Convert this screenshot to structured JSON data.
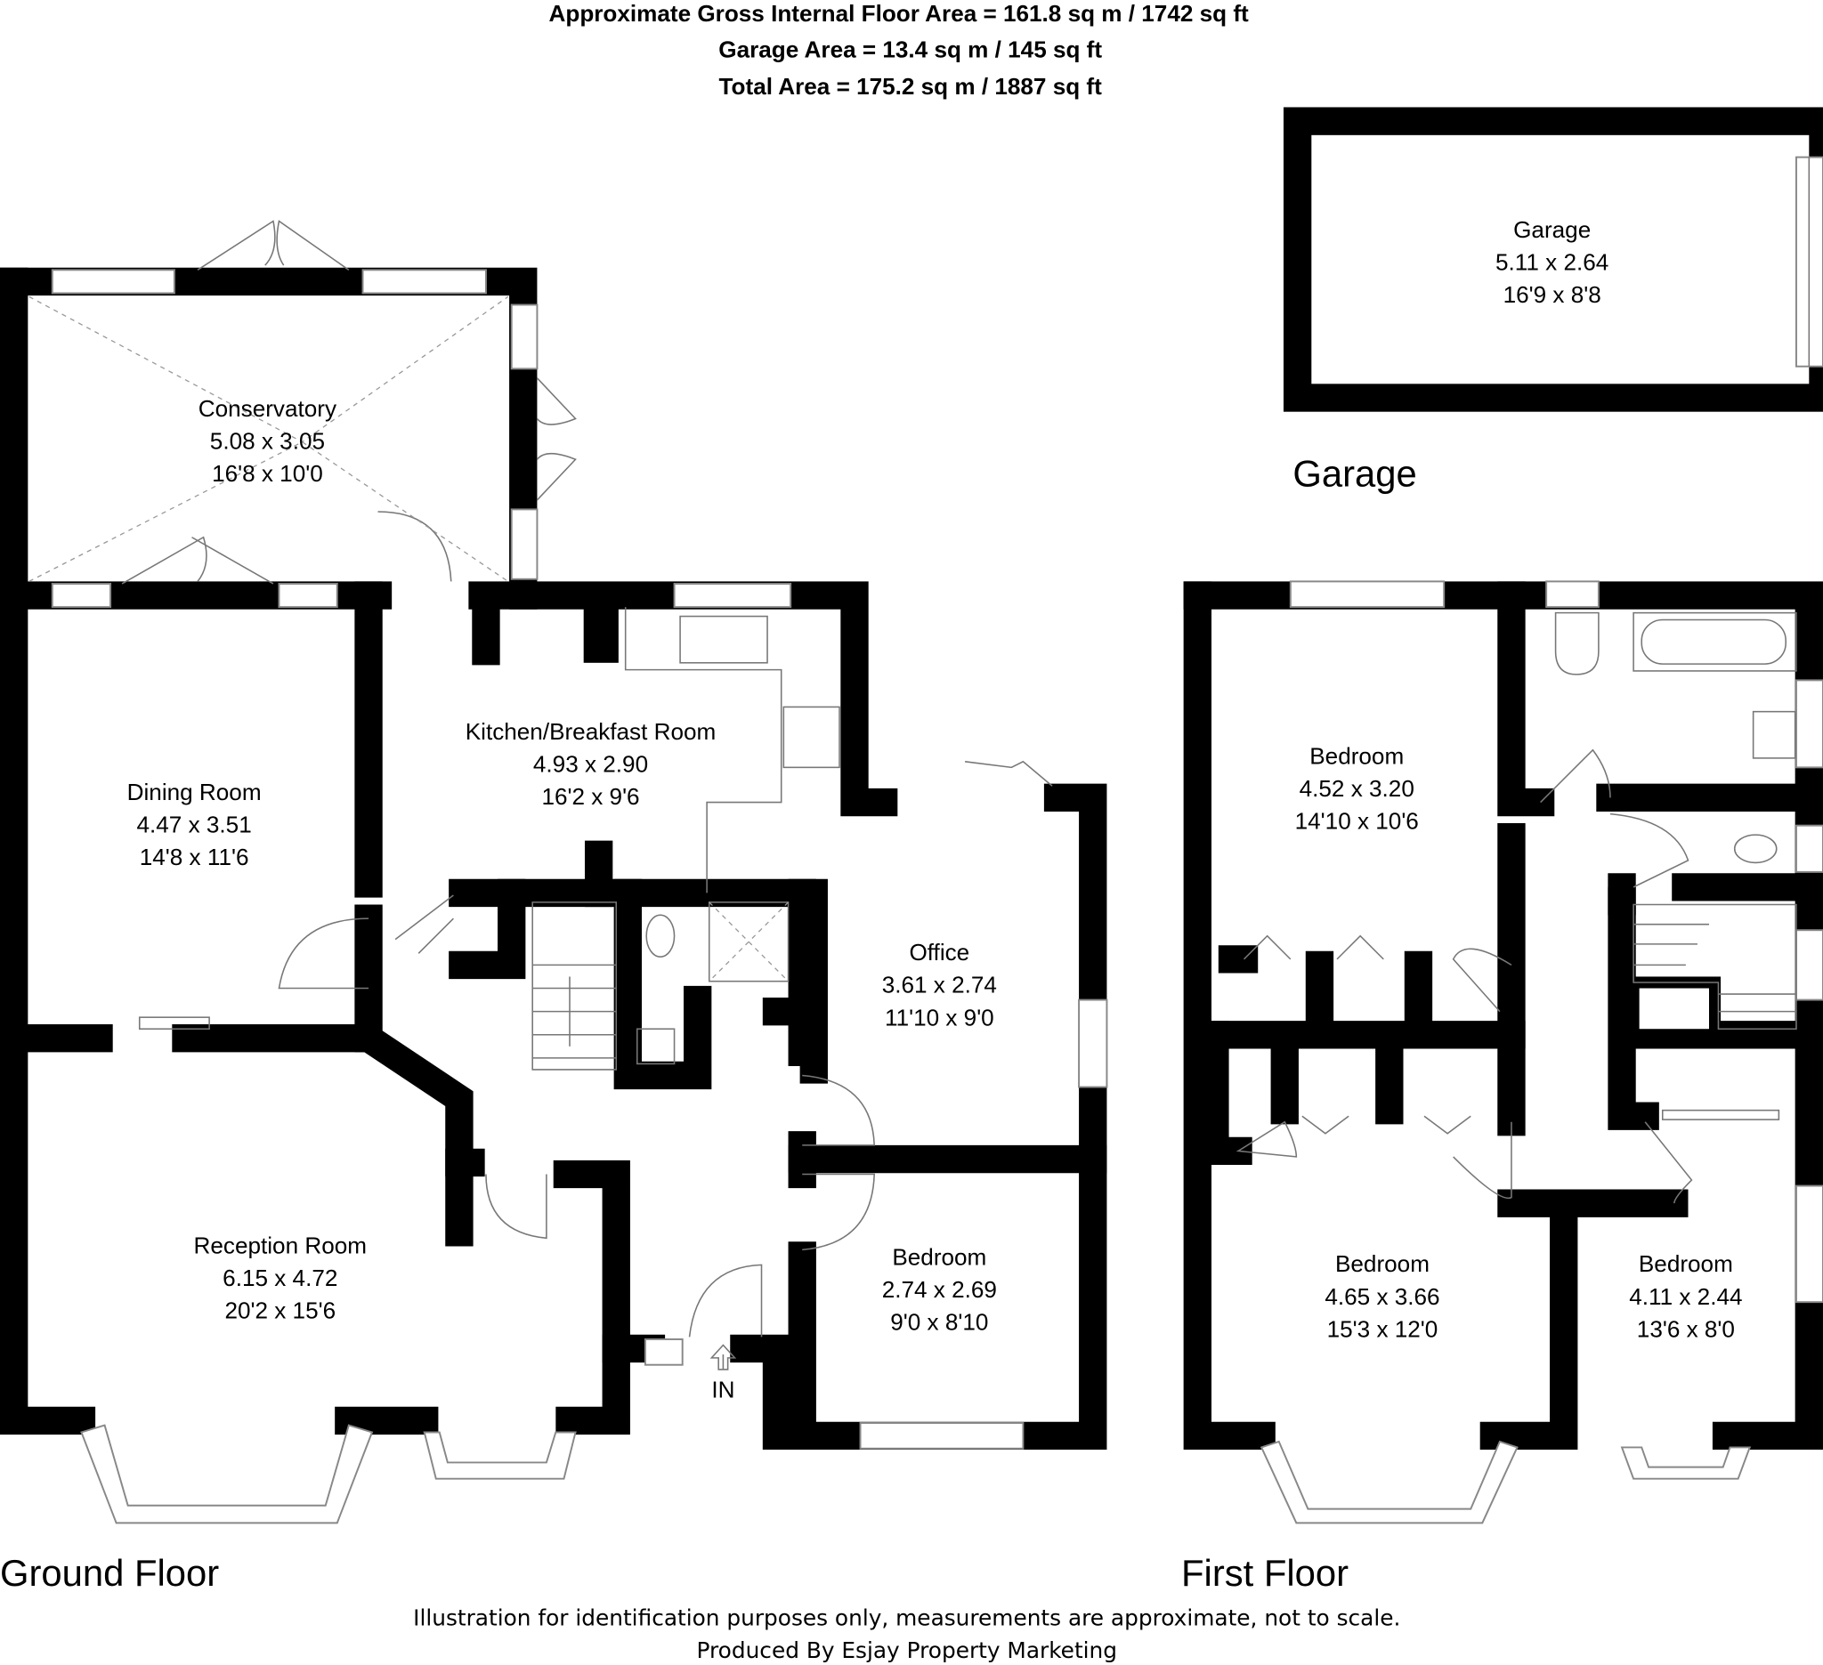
{
  "header": {
    "gross_area": "Approximate Gross Internal Floor Area = 161.8 sq m / 1742 sq ft",
    "garage_area": "Garage Area = 13.4 sq m / 145 sq ft",
    "total_area": "Total Area = 175.2 sq m / 1887 sq ft"
  },
  "ground_floor": {
    "label": "Ground Floor",
    "entrance": "IN",
    "rooms": [
      {
        "name": "Conservatory",
        "metric": "5.08 x 3.05",
        "imperial": "16'8 x 10'0"
      },
      {
        "name": "Dining Room",
        "metric": "4.47 x 3.51",
        "imperial": "14'8 x 11'6"
      },
      {
        "name": "Kitchen/Breakfast Room",
        "metric": "4.93 x 2.90",
        "imperial": "16'2 x 9'6"
      },
      {
        "name": "Office",
        "metric": "3.61 x 2.74",
        "imperial": "11'10 x 9'0"
      },
      {
        "name": "Reception Room",
        "metric": "6.15 x 4.72",
        "imperial": "20'2 x 15'6"
      },
      {
        "name": "Bedroom",
        "metric": "2.74 x 2.69",
        "imperial": "9'0 x 8'10"
      }
    ]
  },
  "garage": {
    "label": "Garage",
    "rooms": [
      {
        "name": "Garage",
        "metric": "5.11 x 2.64",
        "imperial": "16'9 x 8'8"
      }
    ]
  },
  "first_floor": {
    "label": "First Floor",
    "rooms": [
      {
        "name": "Bedroom",
        "metric": "4.52 x 3.20",
        "imperial": "14'10 x 10'6"
      },
      {
        "name": "Bedroom",
        "metric": "4.65 x 3.66",
        "imperial": "15'3 x 12'0"
      },
      {
        "name": "Bedroom",
        "metric": "4.11 x 2.44",
        "imperial": "13'6 x 8'0"
      }
    ]
  },
  "footer": {
    "disclaimer": "Illustration for identification purposes only, measurements are approximate, not to scale.",
    "producer": "Produced By Esjay Property Marketing"
  }
}
